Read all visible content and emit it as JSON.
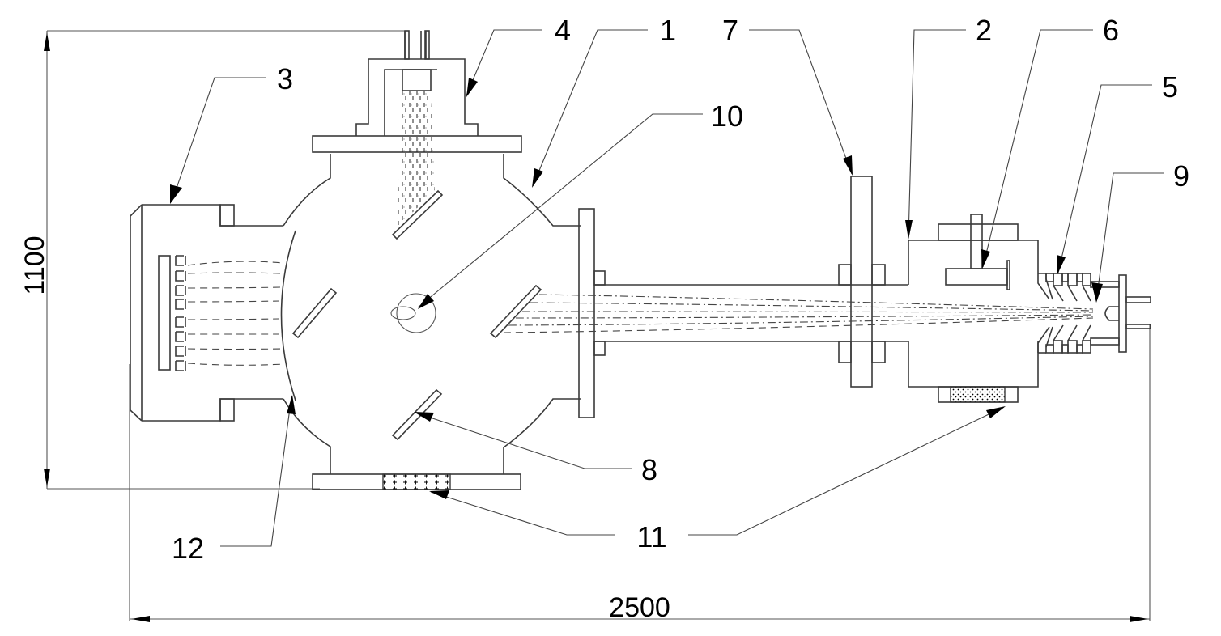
{
  "diagram": {
    "type": "technical-cross-section",
    "callouts": [
      {
        "id": "1",
        "text": "1"
      },
      {
        "id": "2",
        "text": "2"
      },
      {
        "id": "3",
        "text": "3"
      },
      {
        "id": "4",
        "text": "4"
      },
      {
        "id": "5",
        "text": "5"
      },
      {
        "id": "6",
        "text": "6"
      },
      {
        "id": "7",
        "text": "7"
      },
      {
        "id": "8",
        "text": "8"
      },
      {
        "id": "9",
        "text": "9"
      },
      {
        "id": "10",
        "text": "10"
      },
      {
        "id": "11",
        "text": "11"
      },
      {
        "id": "12",
        "text": "12"
      }
    ],
    "dimensions": {
      "height": "1100",
      "width": "2500"
    },
    "colors": {
      "line": "#3a3a3a",
      "text": "#000000",
      "background": "#ffffff"
    }
  }
}
